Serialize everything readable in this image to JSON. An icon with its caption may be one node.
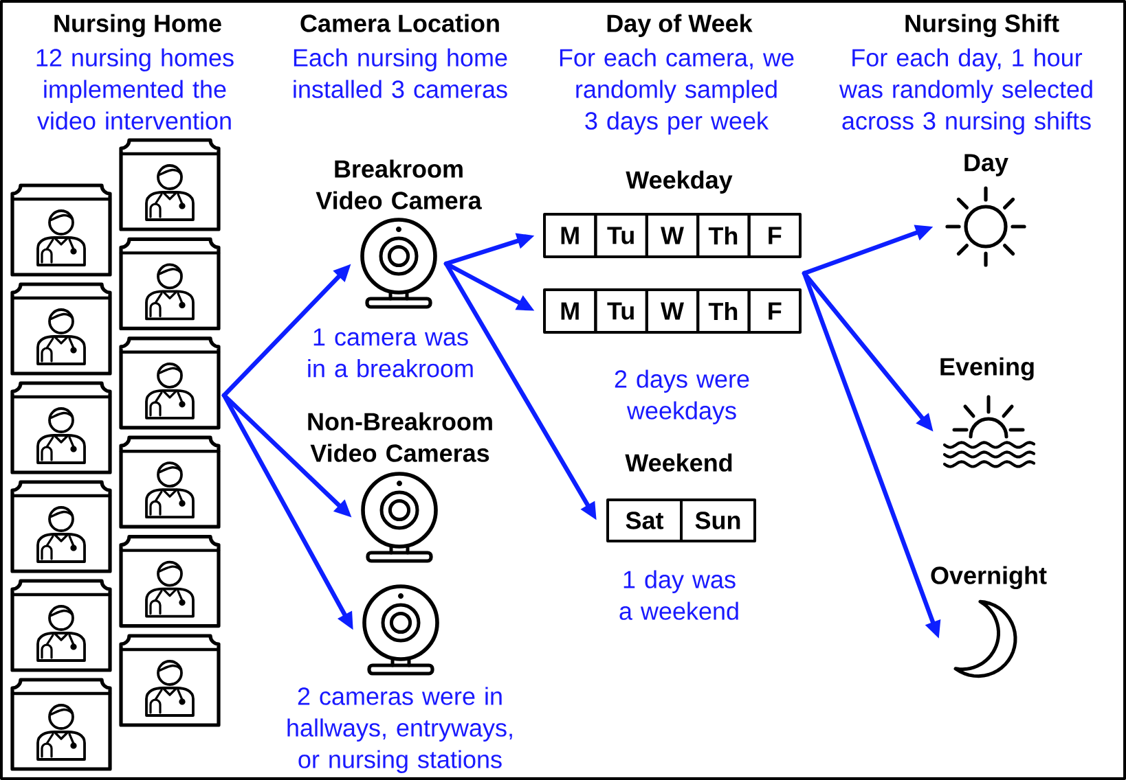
{
  "diagram": {
    "nodes": [
      {
        "text": [],
        "shape": "picture"
      },
      {
        "text": [],
        "shape": "picture"
      },
      {
        "text": [],
        "shape": "picture"
      },
      {
        "text": [],
        "shape": "picture"
      },
      {
        "text": [],
        "shape": "picture"
      },
      {
        "text": [],
        "shape": "picture"
      },
      {
        "text": [],
        "shape": "picture"
      },
      {
        "text": [],
        "shape": "picture"
      },
      {
        "text": [],
        "shape": "picture"
      },
      {
        "text": [],
        "shape": "picture"
      },
      {
        "text": [],
        "shape": "picture"
      },
      {
        "text": [],
        "shape": "picture"
      },
      {
        "text": [],
        "shape": "picture",
        "beside": [
          "Breakroom Video Camera",
          "1 camera was in a breakroom"
        ]
      },
      {
        "text": [],
        "shape": "picture"
      },
      {
        "text": [],
        "shape": "picture"
      },
      {
        "text": [
          "M"
        ]
      },
      {
        "text": [
          "Tu"
        ]
      },
      {
        "text": [
          "W"
        ]
      },
      {
        "text": [
          "Th"
        ]
      },
      {
        "text": [
          "F"
        ]
      },
      {
        "text": [
          "M"
        ]
      },
      {
        "text": [
          "Tu"
        ]
      },
      {
        "text": [
          "W"
        ]
      },
      {
        "text": [
          "Th"
        ]
      },
      {
        "text": [
          "F"
        ]
      },
      {
        "text": [
          "Sat"
        ]
      },
      {
        "text": [
          "Sun"
        ]
      },
      {
        "text": [],
        "shape": "picture",
        "beside": [
          "Day"
        ]
      },
      {
        "text": [],
        "shape": "picture",
        "beside": [
          "Evening"
        ]
      },
      {
        "text": [],
        "shape": "picture",
        "beside": [
          "Overnight"
        ]
      }
    ],
    "edges": [
      {
        "from": 8,
        "to": 12,
        "arrow": "to"
      },
      {
        "from": 8,
        "to": 13,
        "arrow": "to"
      },
      {
        "from": 8,
        "to": 14,
        "arrow": "to"
      },
      {
        "from": 12,
        "to": 15,
        "arrow": "to"
      },
      {
        "from": 12,
        "to": 20,
        "arrow": "to"
      },
      {
        "from": 12,
        "to": 25,
        "arrow": "to"
      },
      {
        "from": 19,
        "to": 27,
        "arrow": "to"
      },
      {
        "from": 19,
        "to": 28,
        "arrow": "to"
      },
      {
        "from": 19,
        "to": 29,
        "arrow": "to"
      }
    ],
    "labels": [
      "Nursing Home",
      "12 nursing homes implemented the video intervention",
      "Camera Location",
      "Each nursing home installed 3 cameras",
      "Day of Week",
      "For each camera, we randomly sampled 3 days per week",
      "Nursing Shift",
      "For each day, 1 hour was randomly selected across 3 nursing shifts",
      "Weekday",
      "2 days were weekdays",
      "Non-Breakroom Video Cameras",
      "Weekend",
      "1 day was a weekend",
      "2 cameras were in hallways, entryways, or nursing stations"
    ]
  }
}
